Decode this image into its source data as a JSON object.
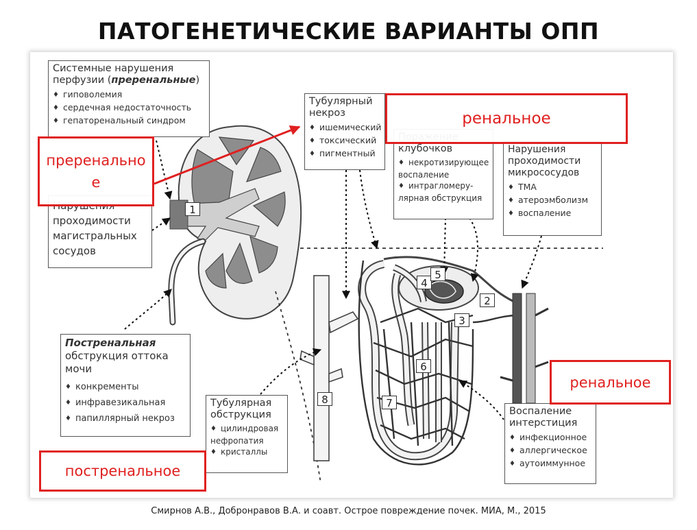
{
  "title": "ПАТОГЕНЕТИЧЕСКИЕ ВАРИАНТЫ ОПП",
  "caption": "Смирнов А.В., Добронравов В.А. и соавт. Острое повреждение почек. МИА, М., 2015",
  "boxes": {
    "prerenal": {
      "heading_line1": "Системные нарушения",
      "heading_line2_prefix": "перфузии (",
      "heading_line2_bold": "преренальные",
      "heading_line2_suffix": ")",
      "items": [
        "гиповолемия",
        "сердечная недостаточность",
        "гепаторенальный синдром"
      ]
    },
    "vessels": {
      "heading": "Нарушения проходимости магистральных сосудов"
    },
    "postrenal": {
      "heading_bold": "Постренальная",
      "heading_rest": "обструкция оттока мочи",
      "items": [
        "конкременты",
        "инфравезикальная",
        "папиллярный некроз"
      ]
    },
    "tubular_necrosis": {
      "heading": "Тубулярный некроз",
      "items": [
        "ишемический",
        "токсический",
        "пигментный"
      ]
    },
    "glomeruli": {
      "heading": "Поражение клубочков",
      "items": [
        "некротизирующее воспаление",
        "интрагломеру-лярная обструкция"
      ]
    },
    "microvessels": {
      "heading": "Нарушения проходимости микрососудов",
      "items": [
        "ТМА",
        "атероэмболизм",
        "воспаление"
      ]
    },
    "tubular_obstruction": {
      "heading": "Тубулярная обструкция",
      "items": [
        "цилиндровая нефропатия",
        "кристаллы"
      ]
    },
    "interstitium": {
      "heading": "Воспаление интерстиция",
      "items": [
        "инфекционное",
        "аллергическое",
        "аутоиммунное"
      ]
    }
  },
  "labels": {
    "prerenal": "преренальное",
    "renal_top": "ренальное",
    "renal_right": "ренальное",
    "postrenal": "постренальное"
  },
  "numbers": [
    "1",
    "2",
    "3",
    "4",
    "5",
    "6",
    "7",
    "8"
  ],
  "colors": {
    "highlight": "#e02020",
    "drawing": "#444444"
  }
}
